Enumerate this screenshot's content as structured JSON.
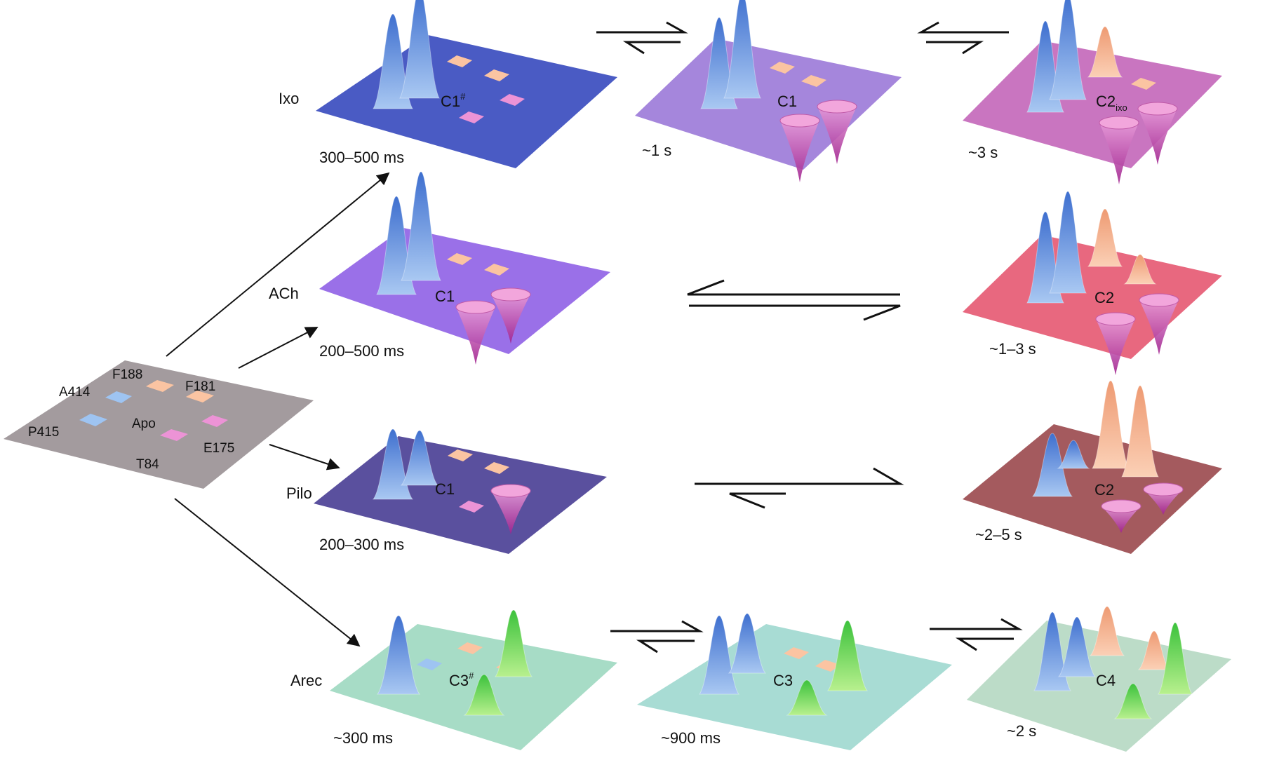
{
  "residues": {
    "a414": "A414",
    "f188": "F188",
    "f181": "F181",
    "p415": "P415",
    "apo": "Apo",
    "e175": "E175",
    "t84": "T84"
  },
  "ligands": {
    "ixo": "Ixo",
    "ach": "ACh",
    "pilo": "Pilo",
    "arec": "Arec"
  },
  "panels": {
    "ixo1": {
      "state": "C1",
      "state_sup": "#",
      "state_sub": "",
      "time": "300–500 ms",
      "color": "#4a5bc4"
    },
    "ixo2": {
      "state": "C1",
      "state_sup": "",
      "state_sub": "",
      "time": "~1 s",
      "color": "#a586dc"
    },
    "ixo3": {
      "state": "C2",
      "state_sup": "",
      "state_sub": "ixo",
      "time": "~3 s",
      "color": "#c975c0"
    },
    "ach1": {
      "state": "C1",
      "state_sup": "",
      "state_sub": "",
      "time": "200–500 ms",
      "color": "#9a70e8"
    },
    "ach2": {
      "state": "C2",
      "state_sup": "",
      "state_sub": "",
      "time": "~1–3 s",
      "color": "#e8687f"
    },
    "pilo1": {
      "state": "C1",
      "state_sup": "",
      "state_sub": "",
      "time": "200–300 ms",
      "color": "#5a509e"
    },
    "pilo2": {
      "state": "C2",
      "state_sup": "",
      "state_sub": "",
      "time": "~2–5 s",
      "color": "#a45a5e"
    },
    "arec1": {
      "state": "C3",
      "state_sup": "#",
      "state_sub": "",
      "time": "~300 ms",
      "color": "#a7dcc6"
    },
    "arec2": {
      "state": "C3",
      "state_sup": "",
      "state_sub": "",
      "time": "~900 ms",
      "color": "#a8dcd4"
    },
    "arec3": {
      "state": "C4",
      "state_sup": "",
      "state_sub": "",
      "time": "~2 s",
      "color": "#bcdcc8"
    },
    "apo": {
      "color": "#a39b9e"
    }
  },
  "colors": {
    "peak_blue": "#6f9ee0",
    "peak_peach": "#f5b28e",
    "well_pink": "#d97fc8",
    "peak_green": "#8be06a"
  }
}
